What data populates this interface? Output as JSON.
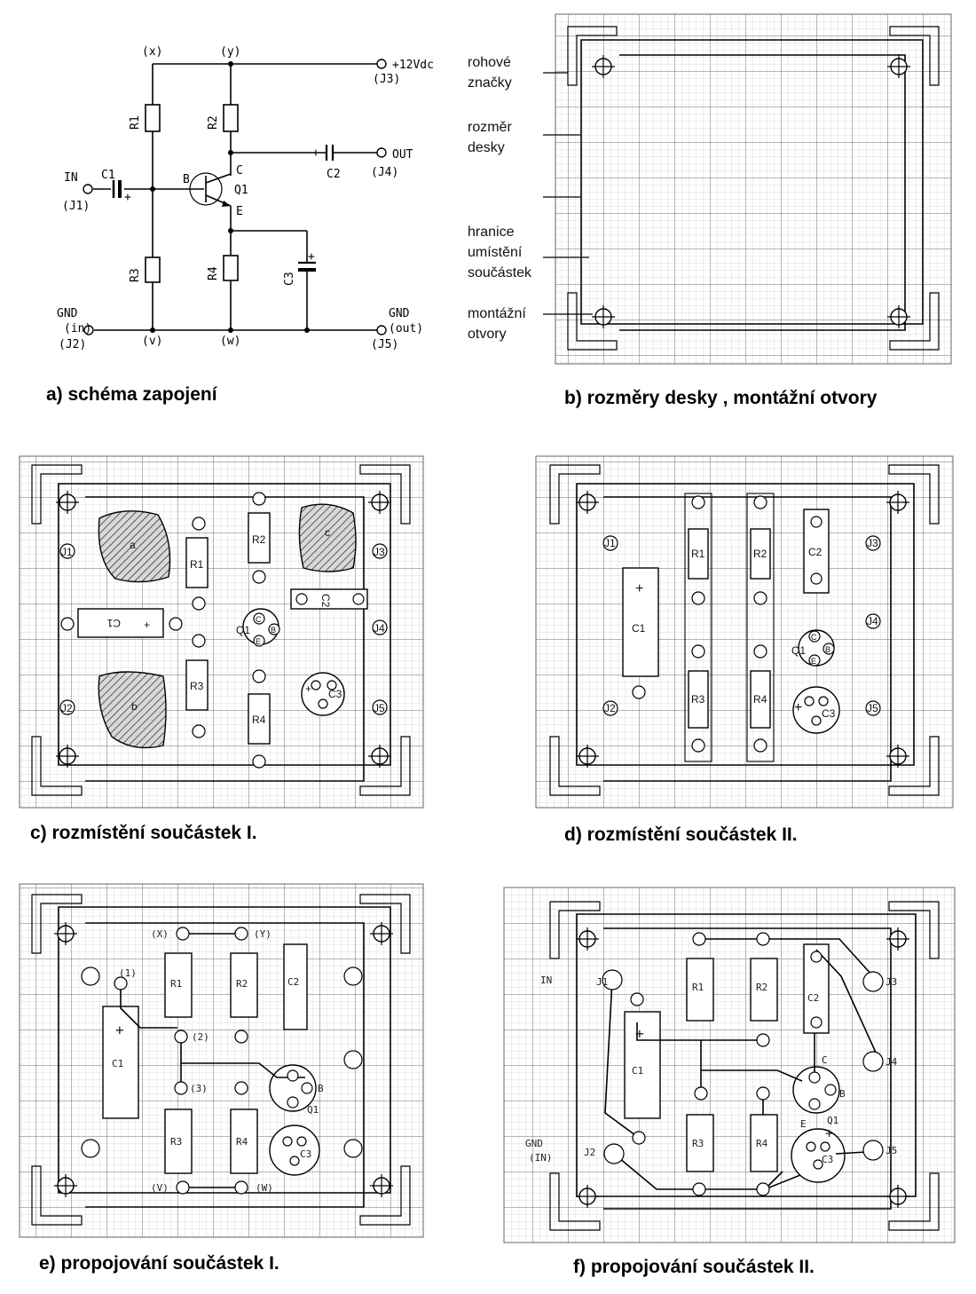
{
  "captions": {
    "a": "a)  schéma  zapojení",
    "b": "b)  rozměry  desky , montážní  otvory",
    "c": "c)  rozmístění  součástek  I.",
    "d": "d)  rozmístění  součástek  II.",
    "e": "e)  propojování  součástek I.",
    "f": "f)  propojování  součástek II."
  },
  "schematic": {
    "nodes": {
      "x": "(x)",
      "y": "(y)",
      "v": "(v)",
      "w": "(w)"
    },
    "supply": "+12Vdc",
    "supply_jack": "(J3)",
    "in_label": "IN",
    "in_jack": "(J1)",
    "out_label": "OUT",
    "out_jack": "(J4)",
    "gnd_in_label": "GND",
    "gnd_in_sub": "(in)",
    "gnd_in_jack": "(J2)",
    "gnd_out_label": "GND",
    "gnd_out_sub": "(out)",
    "gnd_out_jack": "(J5)",
    "components": {
      "r1": "R1",
      "r2": "R2",
      "r3": "R3",
      "r4": "R4",
      "c1": "C1",
      "c2": "C2",
      "c3": "C3",
      "q1": "Q1",
      "b": "B",
      "c": "C",
      "e": "E",
      "plus": "+"
    }
  },
  "board_b": {
    "labels": {
      "corner1": "rohové",
      "corner2": "značky",
      "size1": "rozměr",
      "size2": "desky",
      "bound1": "hranice",
      "bound2": "umístění",
      "bound3": "součástek",
      "holes1": "montážní",
      "holes2": "otvory"
    }
  },
  "board_c": {
    "jacks": {
      "j1": "J1",
      "j2": "J2",
      "j3": "J3",
      "j4": "J4",
      "j5": "J5"
    },
    "parts": {
      "r1": "R1",
      "r2": "R2",
      "r3": "R3",
      "r4": "R4",
      "c1": "C1",
      "c2": "C2",
      "c3": "C3",
      "q1": "Q1",
      "pin_c": "C",
      "pin_b": "B",
      "pin_e": "E",
      "plus": "+"
    },
    "zones": {
      "a": "a",
      "b": "b",
      "c": "c"
    }
  },
  "board_d": {
    "jacks": {
      "j1": "J1",
      "j2": "J2",
      "j3": "J3",
      "j4": "J4",
      "j5": "J5"
    },
    "parts": {
      "r1": "R1",
      "r2": "R2",
      "r3": "R3",
      "r4": "R4",
      "c1": "C1",
      "c2": "C2",
      "c3": "C3",
      "q1": "Q1",
      "pin_c": "C",
      "pin_b": "B",
      "pin_e": "E",
      "plus": "+"
    }
  },
  "board_e": {
    "parts": {
      "r1": "R1",
      "r2": "R2",
      "r3": "R3",
      "r4": "R4",
      "c1": "C1",
      "c2": "C2",
      "c3": "C3",
      "q1": "Q1",
      "b": "B",
      "plus": "+"
    },
    "nodes": {
      "x": "(X)",
      "y": "(Y)",
      "n1": "(1)",
      "n2": "(2)",
      "n3": "(3)",
      "v": "(V)",
      "w": "(W)"
    }
  },
  "board_f": {
    "jacks": {
      "j1": "J1",
      "j2": "J2",
      "j3": "J3",
      "j4": "J4",
      "j5": "J5"
    },
    "parts": {
      "r1": "R1",
      "r2": "R2",
      "r3": "R3",
      "r4": "R4",
      "c1": "C1",
      "c2": "C2",
      "c3": "C3",
      "q1": "Q1",
      "c": "C",
      "b": "B",
      "e": "E",
      "plus": "+"
    },
    "side": {
      "in": "IN",
      "gnd": "GND",
      "gnd_sub": "(IN)"
    }
  }
}
